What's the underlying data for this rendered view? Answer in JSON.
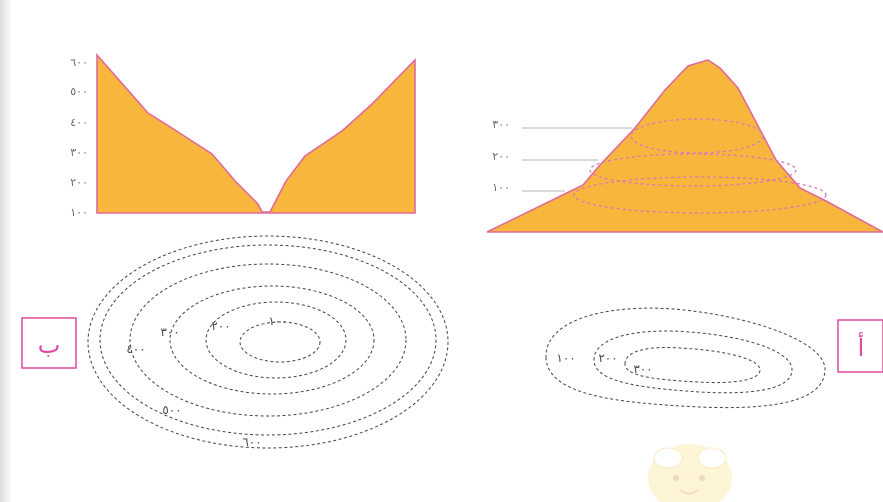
{
  "colors": {
    "fill": "#f6b73c",
    "outline": "#e06a9a",
    "dotted_pink": "#d77ab8",
    "contour": "#444444",
    "box": "#e04aa0",
    "axis_text": "#6a6a6a"
  },
  "left_panel": {
    "box_letter": "ب",
    "ticks": [
      "٦٠٠",
      "٥٠٠",
      "٤٠٠",
      "٣٠٠",
      "٢٠٠",
      "١٠٠"
    ],
    "contour_labels": {
      "c_inner": "١٠٠",
      "c_2": "٢٠٠",
      "c_3": "٣٠٠",
      "c_4": "٤٠٠",
      "c_5": "٥٠٠",
      "c_6": "٦٠٠"
    }
  },
  "right_panel": {
    "box_letter": "أ",
    "ticks": [
      "٣٠٠",
      "٢٠٠",
      "١٠٠"
    ],
    "contour_labels": {
      "c_outer": "١٠٠",
      "c_mid": "٢٠٠",
      "c_inner": "٣٠٠"
    }
  },
  "decoration": {
    "mascot": "bee-mascot-icon"
  }
}
